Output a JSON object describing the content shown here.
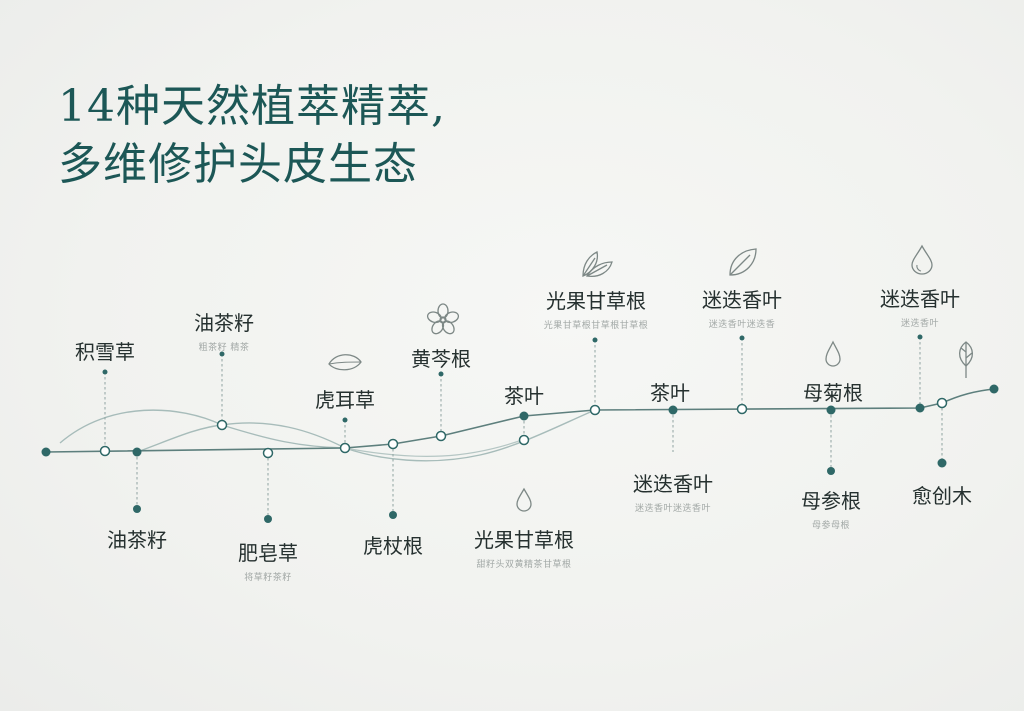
{
  "title": {
    "line1": "14种天然植萃精萃,",
    "line2": "多维修护头皮生态"
  },
  "colors": {
    "title": "#1c5756",
    "node": "#2f6867",
    "line": "#5d7f7d",
    "curve": "#a7bcba",
    "label": "#25302f",
    "sub": "#a2a8a6"
  },
  "nodes": [
    {
      "name": "积雪草",
      "sub": "",
      "side": "top",
      "icon": ""
    },
    {
      "name": "油茶籽",
      "sub": "",
      "side": "bottom",
      "icon": ""
    },
    {
      "name": "油茶籽",
      "sub": "粗茶籽 精茶",
      "side": "top",
      "icon": ""
    },
    {
      "name": "肥皂草",
      "sub": "将草籽茶籽",
      "side": "bottom",
      "icon": ""
    },
    {
      "name": "虎耳草",
      "sub": "",
      "side": "top",
      "icon": "leaf-icon"
    },
    {
      "name": "虎杖根",
      "sub": "",
      "side": "bottom",
      "icon": ""
    },
    {
      "name": "黄芩根",
      "sub": "",
      "side": "top",
      "icon": "flower-icon"
    },
    {
      "name": "茶叶",
      "sub": "",
      "side": "top",
      "icon": ""
    },
    {
      "name": "光果甘草根",
      "sub": "甜籽头双黄精茶甘草根",
      "side": "bottom",
      "icon": "drop-icon"
    },
    {
      "name": "光果甘草根",
      "sub": "光果甘草根甘草根甘草根",
      "side": "top",
      "icon": "leaves-icon"
    },
    {
      "name": "茶叶",
      "sub": "",
      "side": "top",
      "icon": ""
    },
    {
      "name": "迷迭香叶",
      "sub": "迷迭香叶迷迭香叶",
      "side": "bottom",
      "icon": ""
    },
    {
      "name": "迷迭香叶",
      "sub": "迷迭香叶迷迭香",
      "side": "top",
      "icon": "leaf-icon"
    },
    {
      "name": "母菊根",
      "sub": "",
      "side": "top",
      "icon": "drop-icon"
    },
    {
      "name": "母参根",
      "sub": "母参母根",
      "side": "bottom",
      "icon": ""
    },
    {
      "name": "迷迭香叶",
      "sub": "迷迭香叶",
      "side": "top",
      "icon": "drop-icon"
    },
    {
      "name": "愈创木",
      "sub": "",
      "side": "bottom",
      "icon": ""
    },
    {
      "name": "",
      "sub": "",
      "side": "top",
      "icon": "sprout-icon"
    }
  ]
}
